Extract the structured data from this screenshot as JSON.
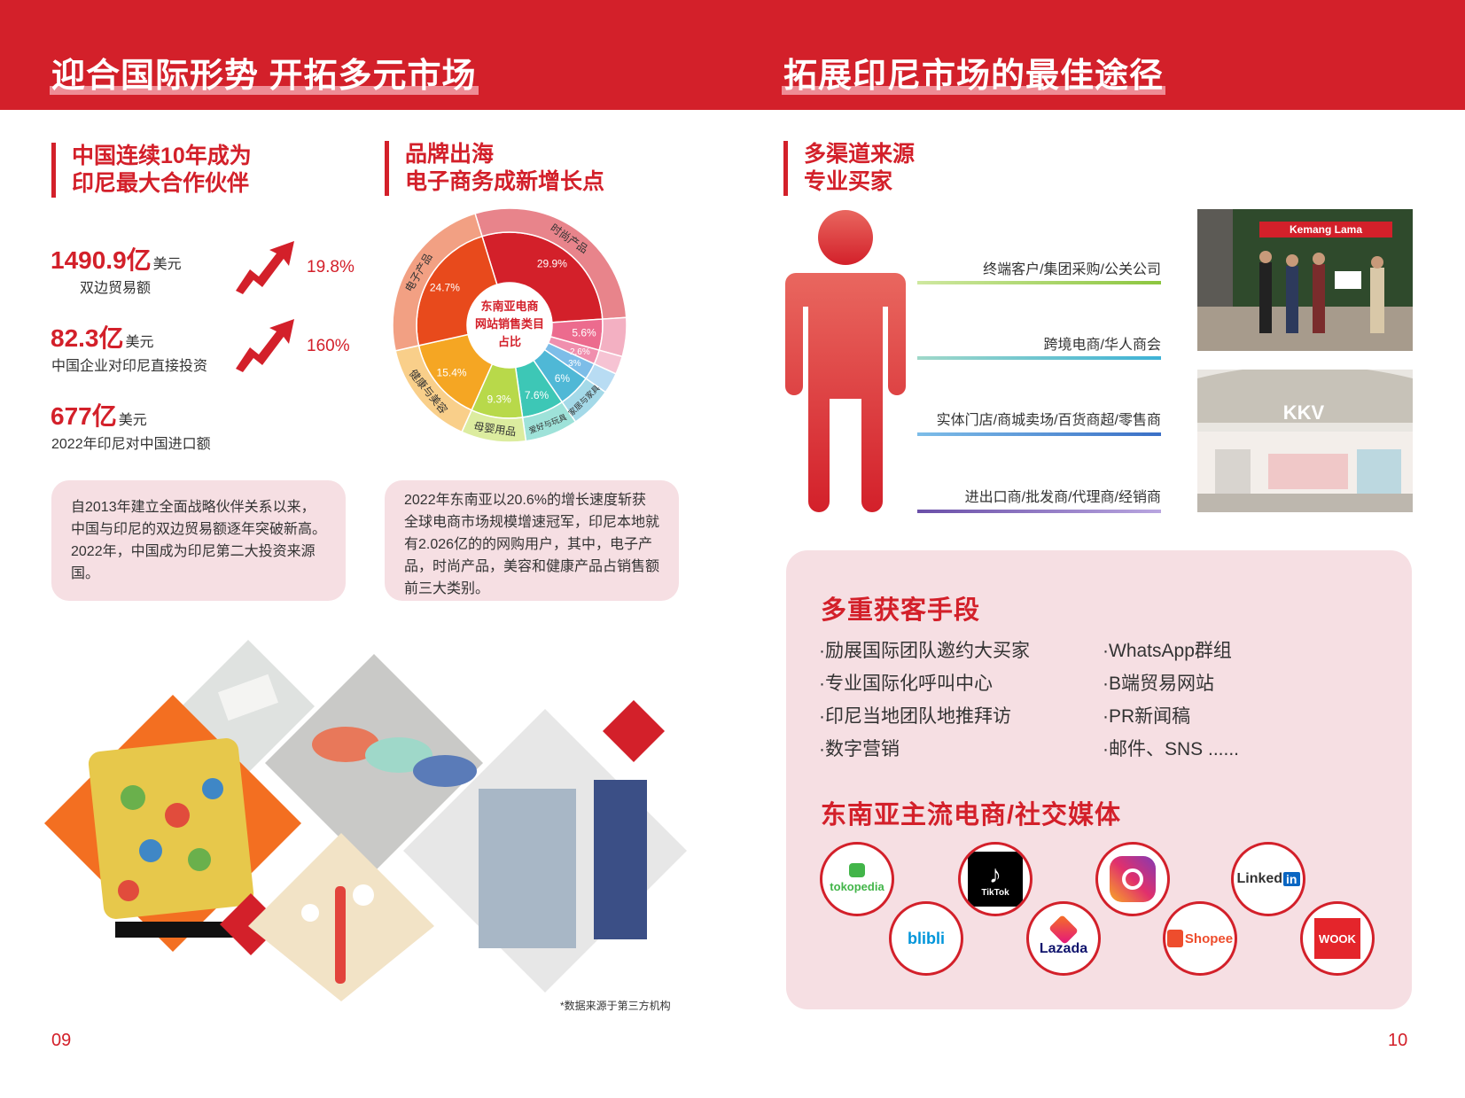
{
  "colors": {
    "brand_red": "#d3202a",
    "pink_bg": "#f6dfe3"
  },
  "left": {
    "title": "迎合国际形势 开拓多元市场",
    "section1": {
      "line1": "中国连续10年成为",
      "line2": "印尼最大合作伙伴"
    },
    "section2": {
      "line1": "品牌出海",
      "line2": "电子商务成新增长点"
    },
    "stats": [
      {
        "value": "1490.9亿",
        "unit": "美元",
        "label": "双边贸易额",
        "change": "19.8%"
      },
      {
        "value": "82.3亿",
        "unit": "美元",
        "label": "中国企业对印尼直接投资",
        "change": "160%"
      },
      {
        "value": "677亿",
        "unit": "美元",
        "label": "2022年印尼对中国进口额"
      }
    ],
    "note1": "自2013年建立全面战略伙伴关系以来，中国与印尼的双边贸易额逐年突破新高。2022年，中国成为印尼第二大投资来源国。",
    "note2": "2022年东南亚以20.6%的增长速度斩获全球电商市场规模增速冠军，印尼本地就有2.026亿的的网购用户，其中，电子产品，时尚产品，美容和健康产品占销售额前三大类别。",
    "source": "*数据来源于第三方机构",
    "page_number": "09"
  },
  "chart_data": {
    "type": "pie",
    "title": "东南亚电商网站销售类目占比",
    "title_lines": [
      "东南亚电商",
      "网站销售类目",
      "占比"
    ],
    "slices": [
      {
        "label": "时尚产品",
        "value": 29.9,
        "color": "#d3202a",
        "outer_color": "#e8848b"
      },
      {
        "label": "",
        "value": 5.6,
        "color": "#ec6b8e",
        "outer_color": "#f3b0c2"
      },
      {
        "label": "",
        "value": 2.6,
        "color": "#f08fae",
        "outer_color": "#f6c3d3"
      },
      {
        "label": "",
        "value": 3,
        "color": "#7dbde8",
        "outer_color": "#b8dcf3"
      },
      {
        "label": "家居与家具",
        "value": 6,
        "color": "#4fb8d6",
        "outer_color": "#a4d9e8"
      },
      {
        "label": "爱好与玩具",
        "value": 7.6,
        "color": "#3dc7b6",
        "outer_color": "#9ee2d9"
      },
      {
        "label": "母婴用品",
        "value": 9.3,
        "color": "#b8d94a",
        "outer_color": "#dcec9f"
      },
      {
        "label": "健康与美容",
        "value": 15.4,
        "color": "#f5a623",
        "outer_color": "#f9cf8a"
      },
      {
        "label": "电子产品",
        "value": 24.7,
        "color": "#e84a1c",
        "outer_color": "#f2a083"
      }
    ],
    "value_labels": [
      "29.9%",
      "5.6%",
      "2.6%",
      "3%",
      "6%",
      "7.6%",
      "9.3%",
      "15.4%",
      "24.7%"
    ]
  },
  "right": {
    "title": "拓展印尼市场的最佳途径",
    "section": {
      "line1": "多渠道来源",
      "line2": "专业买家"
    },
    "channels": [
      "终端客户/集团采购/公关公司",
      "跨境电商/华人商会",
      "实体门店/商城卖场/百货商超/零售商",
      "进出口商/批发商/代理商/经销商"
    ],
    "photo1_sign": "Kemang Lama",
    "photo2_sign": "KKV",
    "panel_title1": "多重获客手段",
    "methods_left": [
      "·励展国际团队邀约大买家",
      "·专业国际化呼叫中心",
      "·印尼当地团队地推拜访",
      "·数字营销"
    ],
    "methods_right": [
      "·WhatsApp群组",
      "·B端贸易网站",
      "·PR新闻稿",
      "·邮件、SNS ......"
    ],
    "panel_title2": "东南亚主流电商/社交媒体",
    "platforms": [
      {
        "name": "tokopedia",
        "icon": "tokopedia-logo-icon"
      },
      {
        "name": "TikTok",
        "icon": "tiktok-logo-icon"
      },
      {
        "name": "Instagram",
        "icon": "instagram-logo-icon"
      },
      {
        "name": "Linked",
        "icon": "linkedin-logo-icon"
      },
      {
        "name": "blibli",
        "icon": "blibli-logo-icon"
      },
      {
        "name": "Lazada",
        "icon": "lazada-logo-icon"
      },
      {
        "name": "Shopee",
        "icon": "shopee-logo-icon"
      },
      {
        "name": "WOOK",
        "icon": "wook-logo-icon"
      }
    ],
    "linkedin_in": "in",
    "page_number": "10"
  }
}
